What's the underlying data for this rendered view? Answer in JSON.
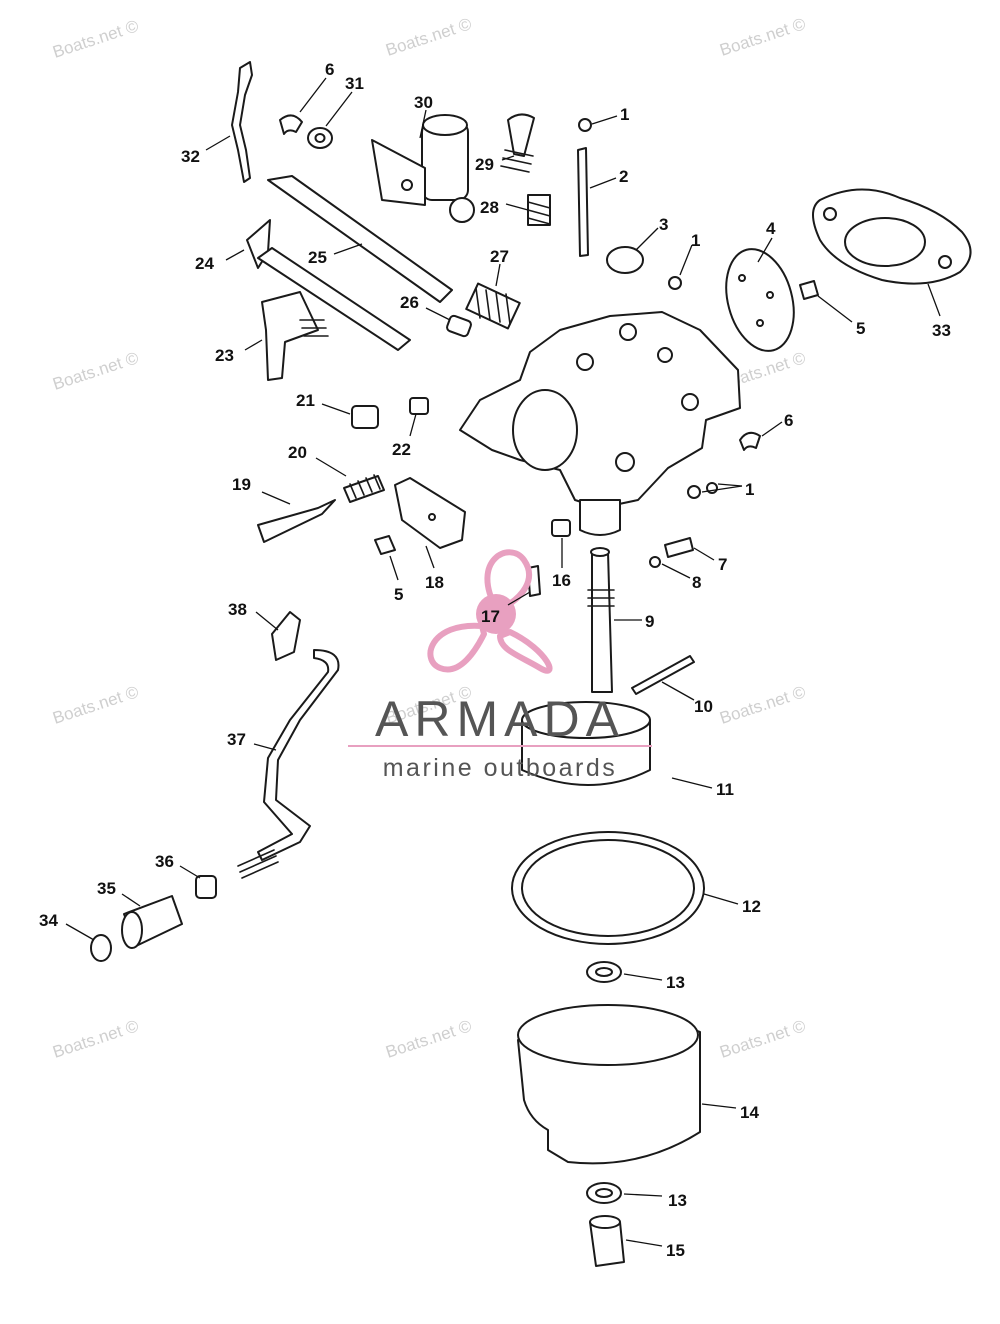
{
  "watermark_text": "Boats.net ©",
  "brand": {
    "name": "ARMADA",
    "tagline": "marine outboards",
    "accent_color": "#e8a0c0",
    "text_color": "#555555"
  },
  "callouts": [
    "1",
    "2",
    "3",
    "1",
    "4",
    "5",
    "33",
    "6",
    "1",
    "7",
    "8",
    "9",
    "10",
    "11",
    "12",
    "13",
    "14",
    "13",
    "15",
    "16",
    "17",
    "18",
    "5",
    "19",
    "20",
    "21",
    "22",
    "23",
    "24",
    "25",
    "26",
    "27",
    "28",
    "29",
    "30",
    "31",
    "6",
    "32",
    "38",
    "37",
    "36",
    "35",
    "34"
  ]
}
